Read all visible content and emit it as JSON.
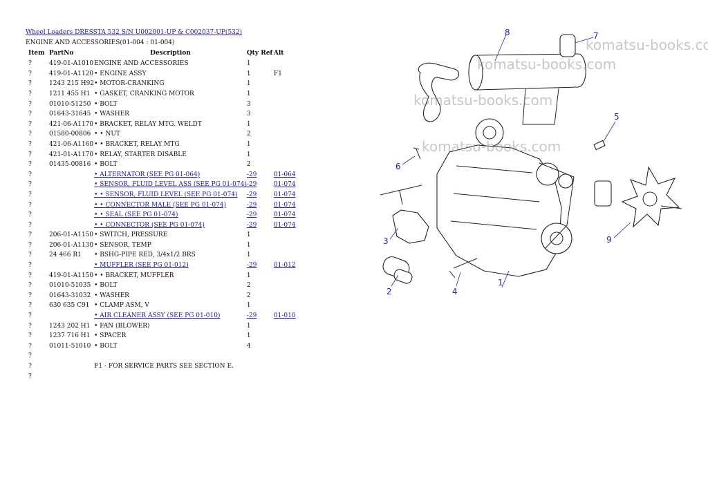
{
  "header": {
    "title_link": "Wheel Loaders DRESSTA 532 S/N U002001-UP & C002037-UP(532)",
    "section": "ENGINE AND ACCESSORIES(01-004 : 01-004)"
  },
  "columns": {
    "item": "Item",
    "partno": "PartNo",
    "description": "Description",
    "qty": "Qty",
    "ref": "Ref",
    "alt": "Alt"
  },
  "rows": [
    {
      "item": "?",
      "partno": "419-01-A1010",
      "desc": "ENGINE AND ACCESSORIES",
      "qty": "1",
      "alt": "",
      "link": false
    },
    {
      "item": "?",
      "partno": "419-01-A1120",
      "desc": "• ENGINE ASSY",
      "qty": "1",
      "alt": "F1",
      "link": false
    },
    {
      "item": "?",
      "partno": "1243 215 H92",
      "desc": "• MOTOR-CRANKING",
      "qty": "1",
      "alt": "",
      "link": false
    },
    {
      "item": "?",
      "partno": "1211 455 H1",
      "desc": "• GASKET, CRANKING MOTOR",
      "qty": "1",
      "alt": "",
      "link": false
    },
    {
      "item": "?",
      "partno": "01010-51250",
      "desc": "• BOLT",
      "qty": "3",
      "alt": "",
      "link": false
    },
    {
      "item": "?",
      "partno": "01643-31645",
      "desc": "• WASHER",
      "qty": "3",
      "alt": "",
      "link": false
    },
    {
      "item": "?",
      "partno": "421-06-A1170",
      "desc": "• BRACKET, RELAY MTG. WELDT",
      "qty": "1",
      "alt": "",
      "link": false
    },
    {
      "item": "?",
      "partno": "01580-00806",
      "desc": "• • NUT",
      "qty": "2",
      "alt": "",
      "link": false
    },
    {
      "item": "?",
      "partno": "421-06-A1160",
      "desc": "• • BRACKET, RELAY MTG",
      "qty": "1",
      "alt": "",
      "link": false
    },
    {
      "item": "?",
      "partno": "421-01-A1170",
      "desc": "• RELAY, STARTER DISABLE",
      "qty": "1",
      "alt": "",
      "link": false
    },
    {
      "item": "?",
      "partno": "01435-00816",
      "desc": "• BOLT",
      "qty": "2",
      "alt": "",
      "link": false
    },
    {
      "item": "?",
      "partno": "",
      "desc": "• ALTERNATOR (SEE PG 01-064)",
      "qty": "-29",
      "alt": "01-064",
      "link": true
    },
    {
      "item": "?",
      "partno": "",
      "desc": "• SENSOR, FLUID LEVEL ASS (SEE PG 01-074)",
      "qty": "-29",
      "alt": "01-074",
      "link": true
    },
    {
      "item": "?",
      "partno": "",
      "desc": "• • SENSOR, FLUID LEVEL (SEE PG 01-074)",
      "qty": "-29",
      "alt": "01-074",
      "link": true
    },
    {
      "item": "?",
      "partno": "",
      "desc": "• • CONNECTOR MALE (SEE PG 01-074)",
      "qty": "-29",
      "alt": "01-074",
      "link": true
    },
    {
      "item": "?",
      "partno": "",
      "desc": "• • SEAL (SEE PG 01-074)",
      "qty": "-29",
      "alt": "01-074",
      "link": true
    },
    {
      "item": "?",
      "partno": "",
      "desc": "• • CONNECTOR (SEE PG 01-074)",
      "qty": "-29",
      "alt": "01-074",
      "link": true
    },
    {
      "item": "?",
      "partno": "206-01-A1150",
      "desc": "• SWITCH, PRESSURE",
      "qty": "1",
      "alt": "",
      "link": false
    },
    {
      "item": "?",
      "partno": "206-01-A1130",
      "desc": "• SENSOR, TEMP",
      "qty": "1",
      "alt": "",
      "link": false
    },
    {
      "item": "?",
      "partno": "24 466 R1",
      "desc": "• BSHG-PIPE RED, 3/4x1/2 BRS",
      "qty": "1",
      "alt": "",
      "link": false
    },
    {
      "item": "?",
      "partno": "",
      "desc": "• MUFFLER (SEE PG 01-012)",
      "qty": "-29",
      "alt": "01-012",
      "link": true
    },
    {
      "item": "?",
      "partno": "419-01-A1150",
      "desc": "• • BRACKET, MUFFLER",
      "qty": "1",
      "alt": "",
      "link": false
    },
    {
      "item": "?",
      "partno": "01010-51035",
      "desc": "• BOLT",
      "qty": "2",
      "alt": "",
      "link": false
    },
    {
      "item": "?",
      "partno": "01643-31032",
      "desc": "• WASHER",
      "qty": "2",
      "alt": "",
      "link": false
    },
    {
      "item": "?",
      "partno": "630 635 C91",
      "desc": "• CLAMP ASM, V",
      "qty": "1",
      "alt": "",
      "link": false
    },
    {
      "item": "?",
      "partno": "",
      "desc": "• AIR CLEANER ASSY (SEE PG 01-010)",
      "qty": "-29",
      "alt": "01-010",
      "link": true
    },
    {
      "item": "?",
      "partno": "1243 202 H1",
      "desc": "• FAN (BLOWER)",
      "qty": "1",
      "alt": "",
      "link": false
    },
    {
      "item": "?",
      "partno": "1237 716 H1",
      "desc": "• SPACER",
      "qty": "1",
      "alt": "",
      "link": false
    },
    {
      "item": "?",
      "partno": "01011-51010",
      "desc": "• BOLT",
      "qty": "4",
      "alt": "",
      "link": false
    },
    {
      "item": "?",
      "partno": "",
      "desc": "",
      "qty": "",
      "alt": "",
      "link": false
    },
    {
      "item": "?",
      "partno": "",
      "desc": "F1 - FOR SERVICE PARTS SEE SECTION E.",
      "qty": "",
      "alt": "",
      "link": false
    },
    {
      "item": "?",
      "partno": "",
      "desc": "",
      "qty": "",
      "alt": "",
      "link": false
    }
  ],
  "diagram": {
    "watermark": "komatsu-books.com",
    "callouts": [
      "1",
      "2",
      "3",
      "4",
      "5",
      "6",
      "7",
      "8",
      "9"
    ]
  }
}
